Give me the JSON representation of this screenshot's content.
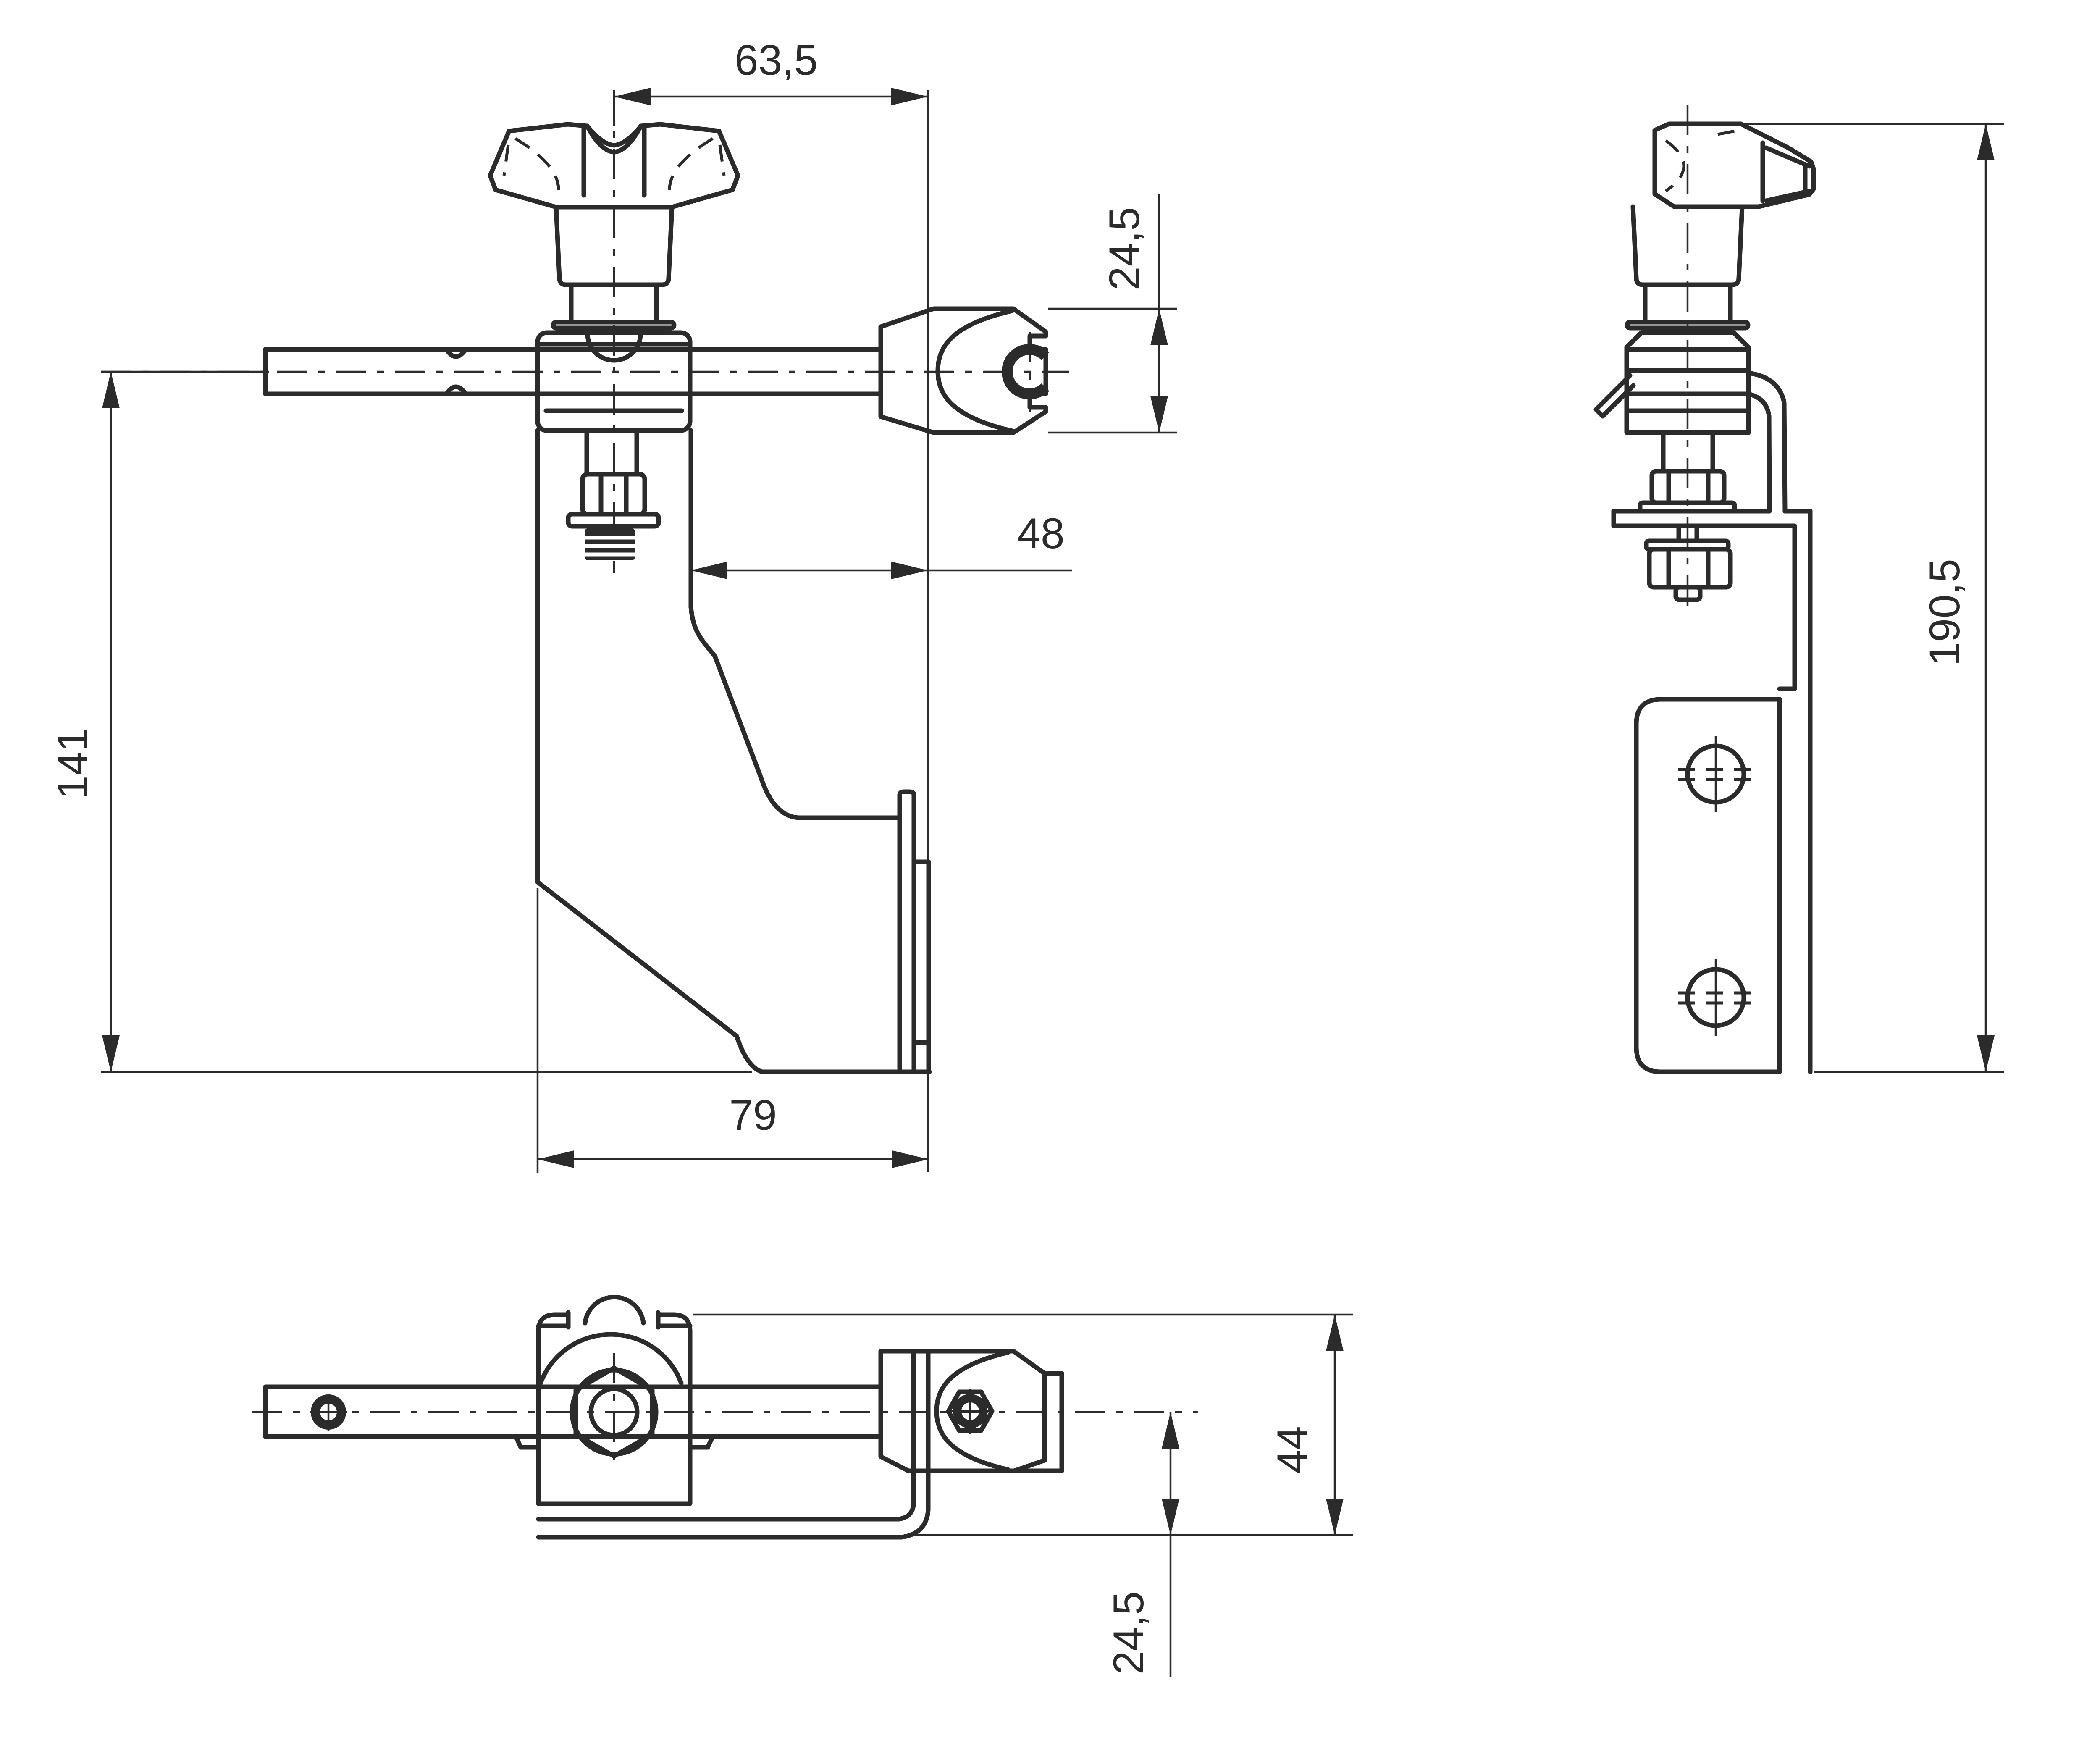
{
  "drawing": {
    "type": "technical-drawing",
    "style": {
      "background": "#ffffff",
      "line_color": "#2b2b2b"
    },
    "views": {
      "front": {
        "name": "front-view",
        "dimensions": {
          "width_top": "63,5",
          "head_height": "24,5",
          "step_width": "48",
          "height": "141",
          "width_bottom": "79"
        }
      },
      "side": {
        "name": "side-view",
        "dimensions": {
          "height_total": "190,5"
        }
      },
      "bottom": {
        "name": "bottom-view",
        "dimensions": {
          "height_total": "44",
          "bar_offset": "24,5"
        }
      }
    }
  }
}
